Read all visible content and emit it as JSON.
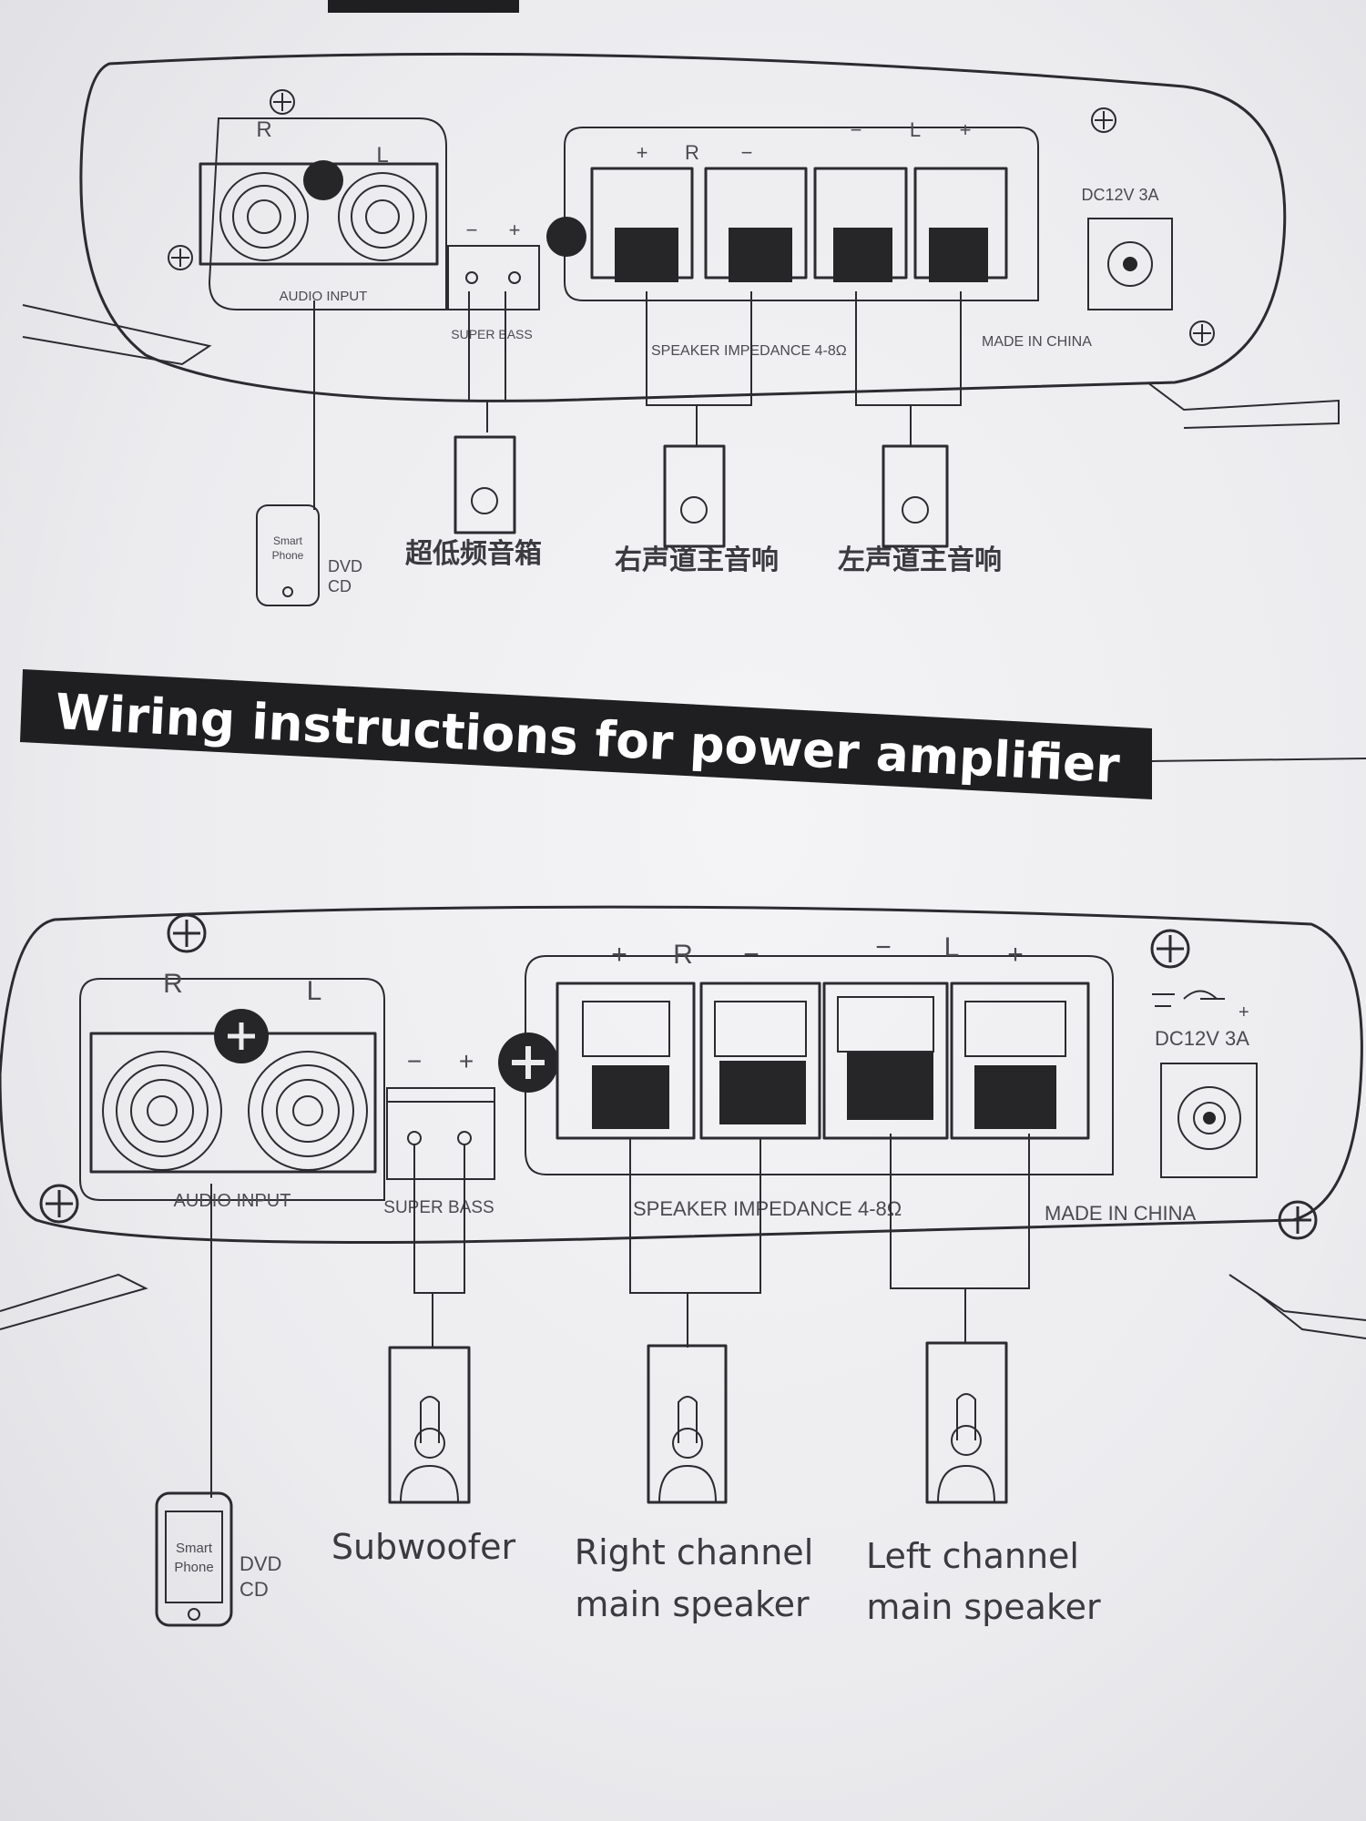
{
  "title": "Wiring instructions for power amplifier",
  "panel": {
    "channel_right": "R",
    "channel_left": "L",
    "audio_input": "AUDIO INPUT",
    "super_bass": "SUPER BASS",
    "minus": "−",
    "plus": "+",
    "speaker_impedance": "SPEAKER IMPEDANCE 4-8Ω",
    "made_in": "MADE IN CHINA",
    "power_rating": "DC12V 3A"
  },
  "source": {
    "phone_line1": "Smart",
    "phone_line2": "Phone",
    "dvd": "DVD",
    "cd": "CD"
  },
  "captions_cn": {
    "subwoofer": "超低频音箱",
    "right": "右声道主音响",
    "left": "左声道主音响"
  },
  "captions_en": {
    "subwoofer": "Subwoofer",
    "right_line1": "Right channel",
    "right_line2": "main speaker",
    "left_line1": "Left channel",
    "left_line2": "main speaker"
  }
}
